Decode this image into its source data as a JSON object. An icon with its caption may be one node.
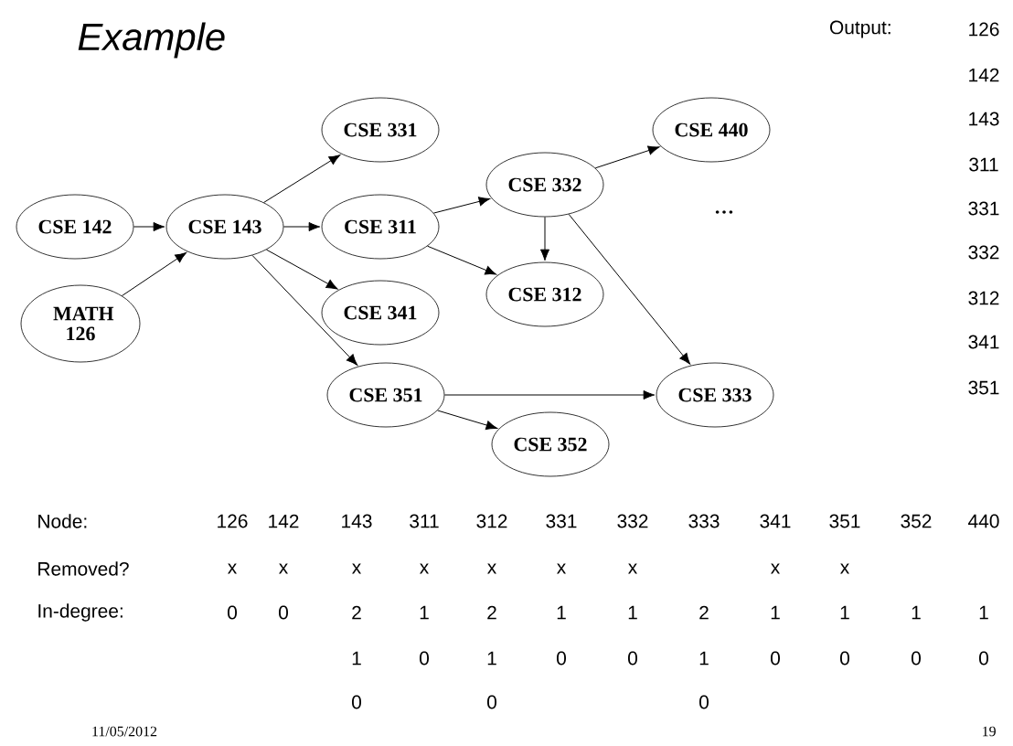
{
  "diagram": {
    "title": "Example",
    "nodes": [
      {
        "text": [
          "CSE 142"
        ]
      },
      {
        "text": [
          "CSE 143"
        ]
      },
      {
        "text": [
          "CSE 331"
        ]
      },
      {
        "text": [
          "CSE 440"
        ]
      },
      {
        "text": [
          "CSE 332"
        ]
      },
      {
        "text": [
          "CSE 311"
        ]
      },
      {
        "text": [
          "MATH 126"
        ]
      },
      {
        "text": [
          "CSE 312"
        ]
      },
      {
        "text": [
          "CSE 341"
        ]
      },
      {
        "text": [
          "CSE 351"
        ]
      },
      {
        "text": [
          "CSE 333"
        ]
      },
      {
        "text": [
          "CSE 352"
        ]
      }
    ],
    "edges": [
      {
        "from": 0,
        "to": 1,
        "arrow": "to"
      },
      {
        "from": 6,
        "to": 1,
        "arrow": "to"
      },
      {
        "from": 1,
        "to": 2,
        "arrow": "to"
      },
      {
        "from": 1,
        "to": 5,
        "arrow": "to"
      },
      {
        "from": 1,
        "to": 8,
        "arrow": "to"
      },
      {
        "from": 1,
        "to": 9,
        "arrow": "to"
      },
      {
        "from": 5,
        "to": 4,
        "arrow": "to"
      },
      {
        "from": 5,
        "to": 7,
        "arrow": "to"
      },
      {
        "from": 4,
        "to": 3,
        "arrow": "to"
      },
      {
        "from": 4,
        "to": 7,
        "arrow": "to"
      },
      {
        "from": 4,
        "to": 10,
        "arrow": "to"
      },
      {
        "from": 9,
        "to": 10,
        "arrow": "to"
      },
      {
        "from": 9,
        "to": 11,
        "arrow": "to"
      }
    ],
    "labels": [
      "Output:",
      "126",
      "142",
      "143",
      "311",
      "331",
      "332",
      "312",
      "341",
      "351",
      "…",
      "Node:",
      "126",
      "142",
      "143",
      "311",
      "312",
      "331",
      "332",
      "333",
      "341",
      "351",
      "352",
      "440",
      "Removed?",
      "x",
      "x",
      "x",
      "x",
      "x",
      "x",
      "x",
      "x",
      "x",
      "In-degree:",
      "0",
      "0",
      "2",
      "1",
      "2",
      "1",
      "1",
      "2",
      "1",
      "1",
      "1",
      "1",
      "1",
      "0",
      "1",
      "0",
      "0",
      "1",
      "0",
      "0",
      "0",
      "0",
      "0",
      "0",
      "0",
      "11/05/2012",
      "19"
    ]
  }
}
